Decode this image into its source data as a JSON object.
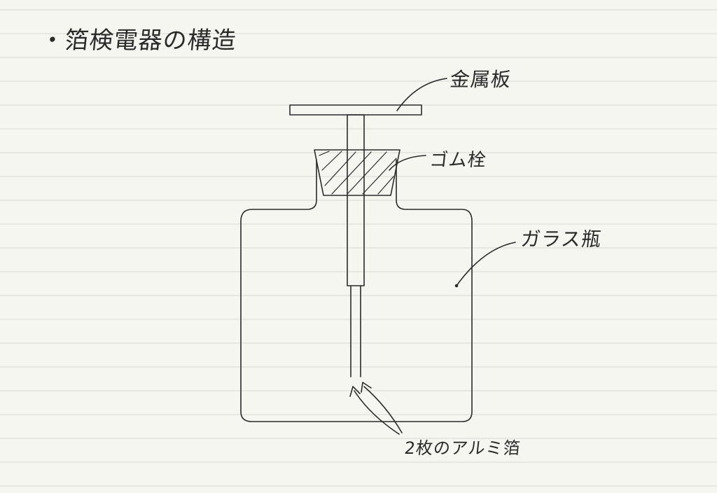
{
  "title": "・箔検電器の構造",
  "labels": {
    "metal_plate": "金属板",
    "rubber_stopper": "ゴム栓",
    "glass_bottle": "ガラス瓶",
    "aluminum_foils": "2枚のアルミ箔"
  },
  "colors": {
    "paper": "#f6f6f1",
    "rule": "#d9d9d3",
    "ink": "#2a2a2a"
  }
}
